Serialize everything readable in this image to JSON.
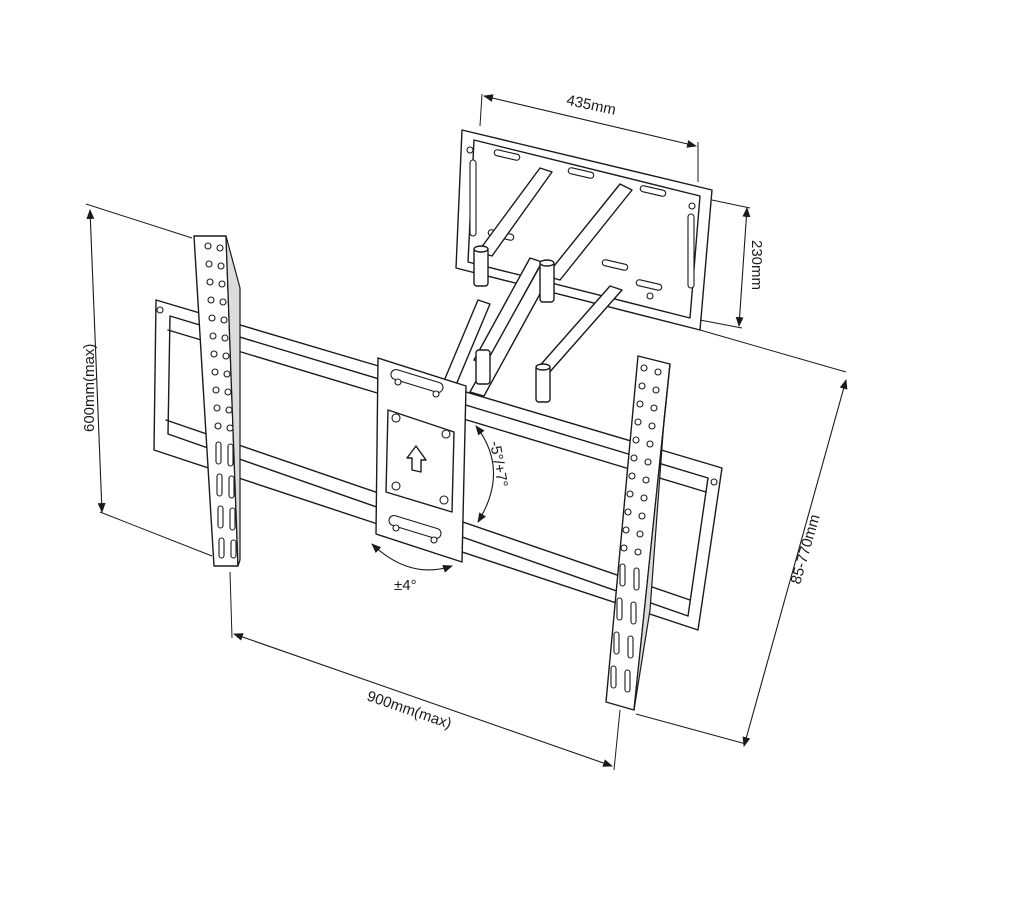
{
  "dimensions": {
    "wall_plate_width": "435mm",
    "wall_plate_height": "230mm",
    "vesa_height_max": "600mm(max)",
    "vesa_width_max": "900mm(max)",
    "extension_range": "85-770mm",
    "tilt_range": "-5°/+7°",
    "swivel_range": "±4°"
  }
}
